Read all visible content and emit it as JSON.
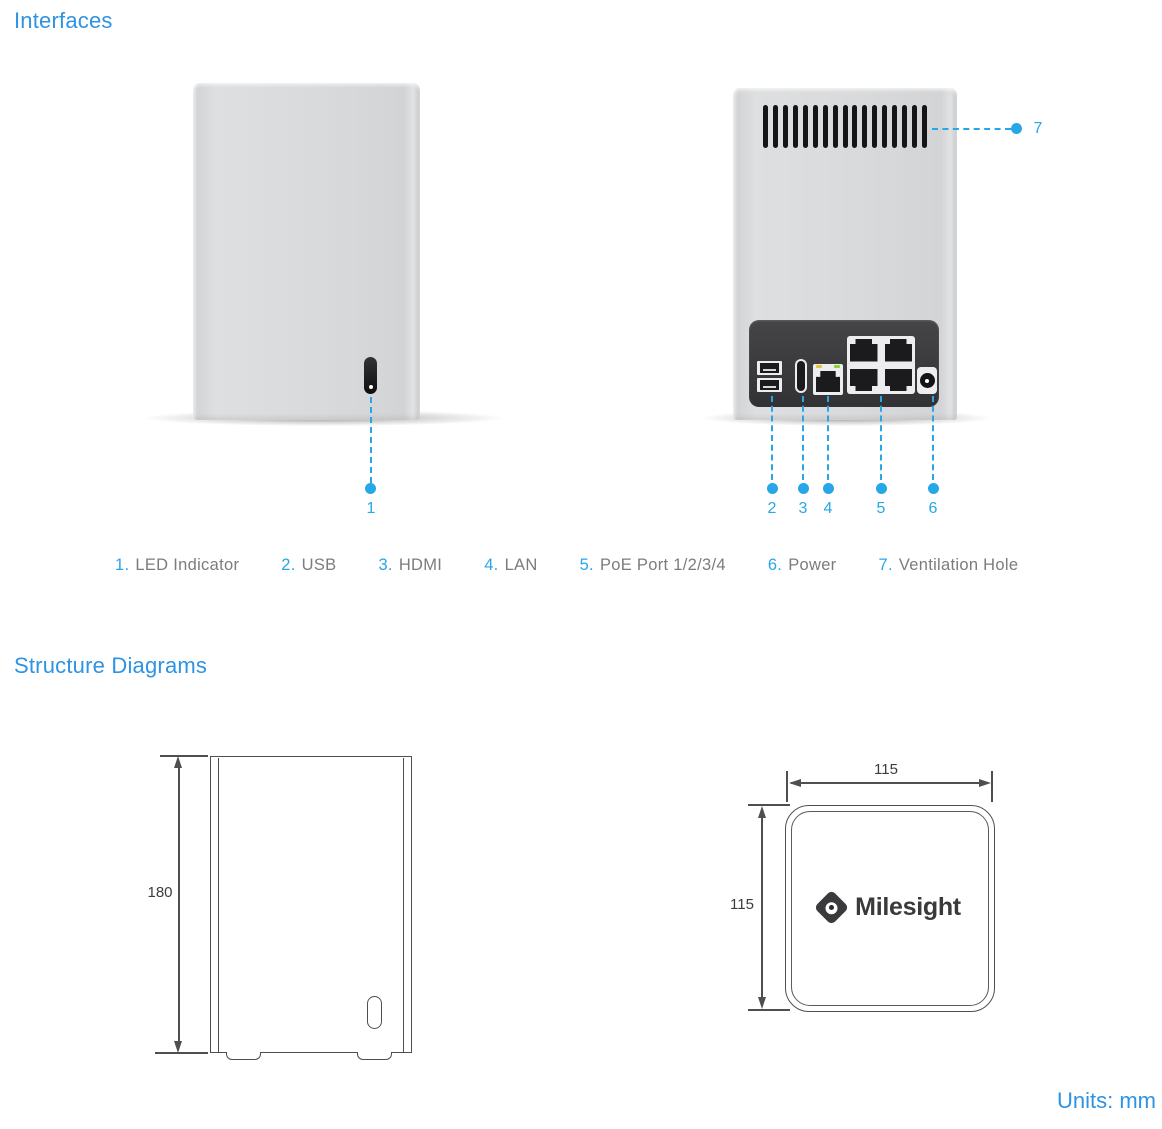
{
  "colors": {
    "heading_blue": "#2e93e2",
    "callout_blue": "#27a7e8",
    "device_gray": "#d8dadc",
    "panel_dark": "#3a3a3c"
  },
  "headings": {
    "interfaces": "Interfaces",
    "structure_diagrams": "Structure Diagrams"
  },
  "front_view": {
    "callout_number": "1"
  },
  "back_view": {
    "vent_slot_count": 17,
    "callout_numbers": {
      "usb": "2",
      "hdmi": "3",
      "lan": "4",
      "poe": "5",
      "power": "6",
      "ventilation": "7"
    }
  },
  "legend": {
    "items": [
      {
        "number": "1.",
        "label": "LED Indicator"
      },
      {
        "number": "2.",
        "label": "USB"
      },
      {
        "number": "3.",
        "label": "HDMI"
      },
      {
        "number": "4.",
        "label": "LAN"
      },
      {
        "number": "5.",
        "label": "PoE Port 1/2/3/4"
      },
      {
        "number": "6.",
        "label": "Power"
      },
      {
        "number": "7.",
        "label": "Ventilation Hole"
      }
    ]
  },
  "structure_diagrams": {
    "front_height_mm": "180",
    "top_width_mm": "115",
    "top_depth_mm": "115",
    "logo_text": "Milesight"
  },
  "units_label": "Units: mm"
}
